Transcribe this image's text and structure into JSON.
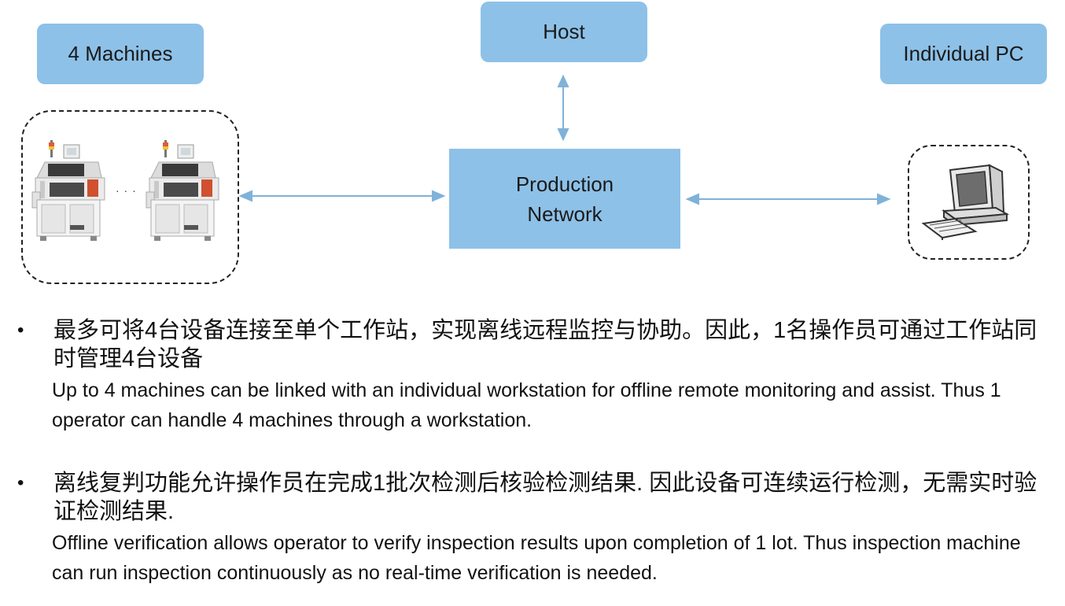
{
  "nodes": {
    "machines_label": "4 Machines",
    "host_label": "Host",
    "pc_label": "Individual PC",
    "network_line1": "Production",
    "network_line2": "Network",
    "machines_ellipsis": "· · ·"
  },
  "bullets": [
    {
      "zh": "最多可将4台设备连接至单个工作站，实现离线远程监控与协助。因此，1名操作员可通过工作站同时管理4台设备",
      "en": "Up to 4 machines can be linked with an individual workstation for offline remote monitoring and assist. Thus 1 operator can handle 4 machines through a workstation."
    },
    {
      "zh": "离线复判功能允许操作员在完成1批次检测后核验检测结果. 因此设备可连续运行检测，无需实时验证检测结果.",
      "en": "Offline verification allows operator to verify inspection results upon completion of 1 lot. Thus inspection machine can run inspection continuously as no real-time verification is needed."
    }
  ],
  "bullet_symbol": "•",
  "colors": {
    "box_fill": "#8dc1e8",
    "arrow": "#7fb2d9"
  }
}
